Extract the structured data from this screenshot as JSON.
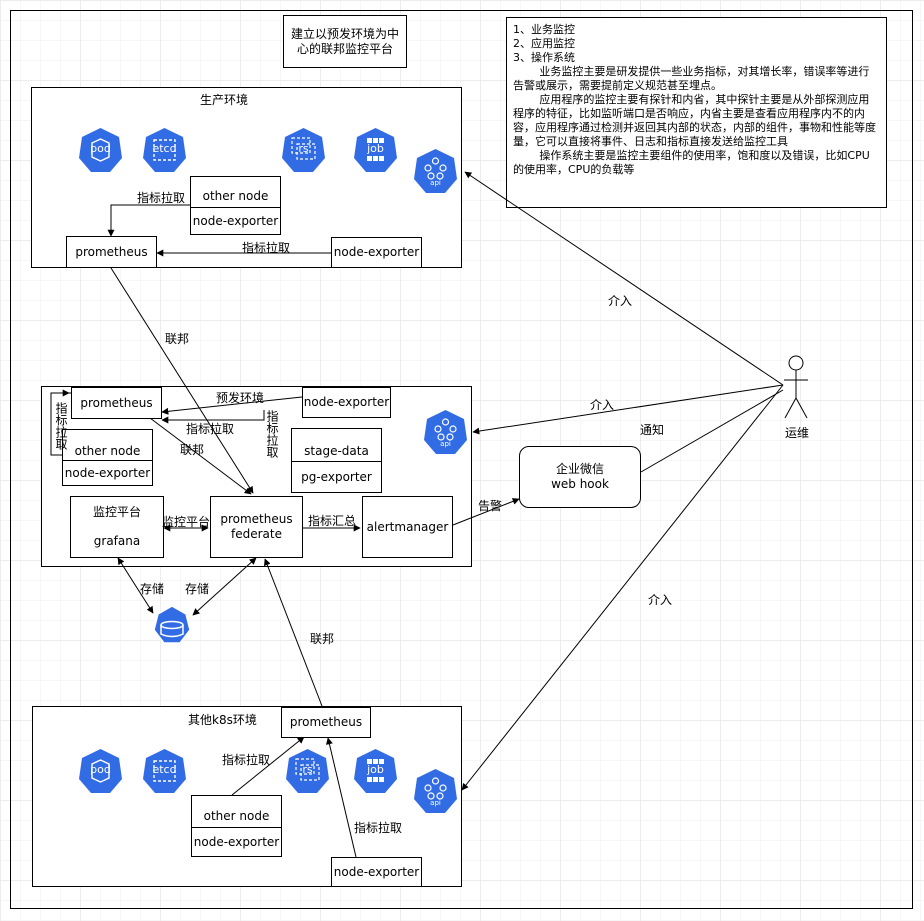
{
  "title": "建立以预发环境为中心的联邦监控平台",
  "notes": {
    "items": [
      "1、业务监控",
      "2、应用监控",
      "3、操作系统"
    ],
    "p1": "业务监控主要是研发提供一些业务指标，对其增长率，错误率等进行告警或展示，需要提前定义规范甚至埋点。",
    "p2": "应用程序的监控主要有探针和内省，其中探针主要是从外部探测应用程序的特征，比如监听端口是否响应，内省主要是查看应用程序内不的内容，应用程序通过检测并返回其内部的状态，内部的组件，事物和性能等度量，它可以直接将事件、日志和指标直接发送给监控工具",
    "p3": "操作系统主要是监控主要组件的使用率，饱和度以及错误，比如CPU的使用率，CPU的负载等"
  },
  "prod": {
    "title": "生产环境",
    "other_node": "other node",
    "node_exporter_a": "node-exporter",
    "prometheus": "prometheus",
    "node_exporter_b": "node-exporter",
    "pull_label_1": "指标拉取",
    "pull_label_2": "指标拉取"
  },
  "stage": {
    "title": "预发环境",
    "prometheus": "prometheus",
    "node_exporter_top": "node-exporter",
    "other_node": "other node",
    "node_exporter_left": "node-exporter",
    "stage_data": "stage-data",
    "pg_exporter": "pg-exporter",
    "monitor_label": "监控平台",
    "grafana": "grafana",
    "federate_line1": "prometheus",
    "federate_line2": "federate",
    "alertmanager": "alertmanager",
    "pull_vertical_left": "指标拉取",
    "pull_horizontal": "指标拉取",
    "pull_vertical_right": "指标拉取",
    "federation_label": "联邦",
    "monitor_platform_edge": "监控平台",
    "aggregate_label": "指标汇总"
  },
  "other": {
    "title": "其他k8s环境",
    "prometheus": "prometheus",
    "other_node": "other node",
    "node_exporter_a": "node-exporter",
    "node_exporter_b": "node-exporter",
    "pull_label_1": "指标拉取",
    "pull_label_2": "指标拉取"
  },
  "wechat": {
    "line1": "企业微信",
    "line2": "web hook"
  },
  "ops_label": "运维",
  "edges": {
    "federation_top": "联邦",
    "federation_bottom": "联邦",
    "storage_left": "存储",
    "storage_right": "存储",
    "alert": "告警",
    "notify": "通知",
    "intervene_top": "介入",
    "intervene_mid": "介入",
    "intervene_bottom": "介入"
  },
  "k8s_icons": {
    "pod": "pod",
    "etcd": "etcd",
    "rs": "rs",
    "job": "job",
    "api": "api"
  },
  "colors": {
    "k8s_blue": "#326CE5"
  }
}
